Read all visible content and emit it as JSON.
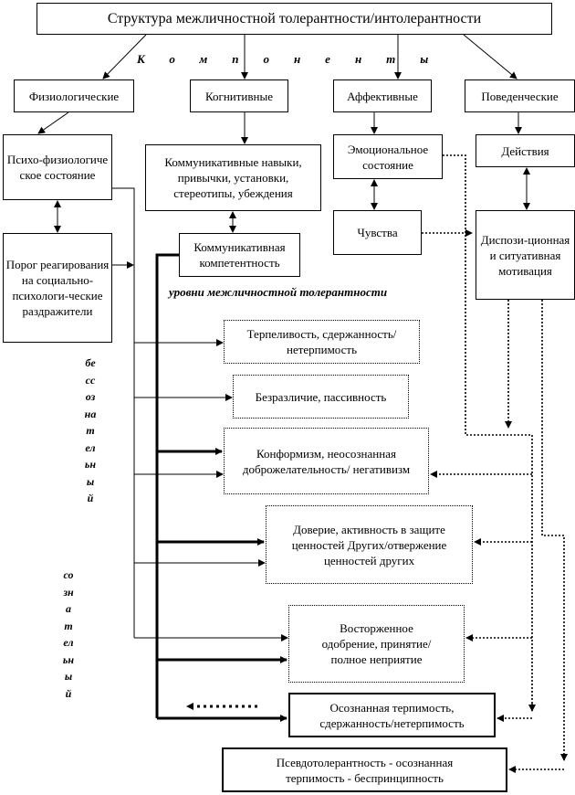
{
  "title": "Структура межличностной толерантности/интолерантности",
  "components_label": "Компоненты",
  "components": {
    "physiological": "Физиологические",
    "cognitive": "Когнитивные",
    "affective": "Аффективные",
    "behavioral": "Поведенческие"
  },
  "nodes": {
    "psychophys": "Психо-физиологическое состояние",
    "threshold": "Порог реагирования на социально-психологи-ческие раздражители",
    "skills": "Коммуникативные навыки, привычки, установки, стереотипы, убеждения",
    "competence": "Коммуникативная компетентность",
    "emotional": "Эмоциональное состояние",
    "feelings": "Чувства",
    "actions": "Действия",
    "motivation": "Диспози-ционная и ситуативная мотивация"
  },
  "levels_label": "уровни межличностной толерантности",
  "levels": [
    "Терпеливость, сдержанность/нетерпимость",
    "Безразличие, пассивность",
    "Конформизм, неосознанная доброжелательность/ негативизм",
    "Доверие, активность в защите ценностей Других/отвержение ценностей других",
    "Восторженное одобрение, принятие/полное неприятие",
    "Осознанная терпимость, сдержанность/нетерпимость",
    "Псевдотолерантность - осознанная терпимость - беспринципность"
  ],
  "side_labels": {
    "unconscious": "бессознательный",
    "conscious": "сознательный"
  }
}
